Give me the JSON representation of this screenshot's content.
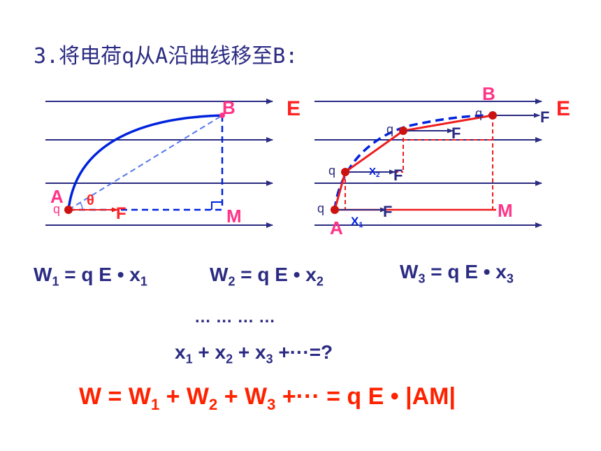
{
  "title": "3.将电荷q从A沿曲线移至B:",
  "diagram_left": {
    "field_label": "E",
    "point_a": "A",
    "point_b": "B",
    "point_m": "M",
    "charge": "q",
    "angle": "θ",
    "force": "F"
  },
  "diagram_right": {
    "field_label": "E",
    "point_a": "A",
    "point_b": "B",
    "point_m": "M",
    "charge": "q",
    "force": "F",
    "x1": "X",
    "x1_sub": "1",
    "x2": "X",
    "x2_sub": "2"
  },
  "formulas": {
    "w1": {
      "lhs": "W",
      "lhs_sub": "1",
      "rhs": " = q E  • x",
      "rhs_sub": "1"
    },
    "w2": {
      "lhs": "W",
      "lhs_sub": "2",
      "rhs": " = q E  • x",
      "rhs_sub": "2"
    },
    "w3": {
      "lhs": "W",
      "lhs_sub": "3",
      "rhs": " = q E  • x",
      "rhs_sub": "3"
    },
    "ellipsis": "… … … …",
    "sum": {
      "x": "x",
      "s1": "1",
      "plus1": " + x",
      "s2": "2",
      "plus2": " + x",
      "s3": "3",
      "tail": " +···=?"
    },
    "total": {
      "w": "W = W",
      "s1": "1",
      "p1": " + W",
      "s2": "2",
      "p2": " + W",
      "s3": "3",
      "tail": " +··· = q E • |AM|"
    }
  },
  "colors": {
    "field_line": "#2b2b83",
    "curve": "#0022dd",
    "path_red": "#ee1c1c",
    "label_pink": "#ff3388",
    "total_red": "#ff2200"
  }
}
